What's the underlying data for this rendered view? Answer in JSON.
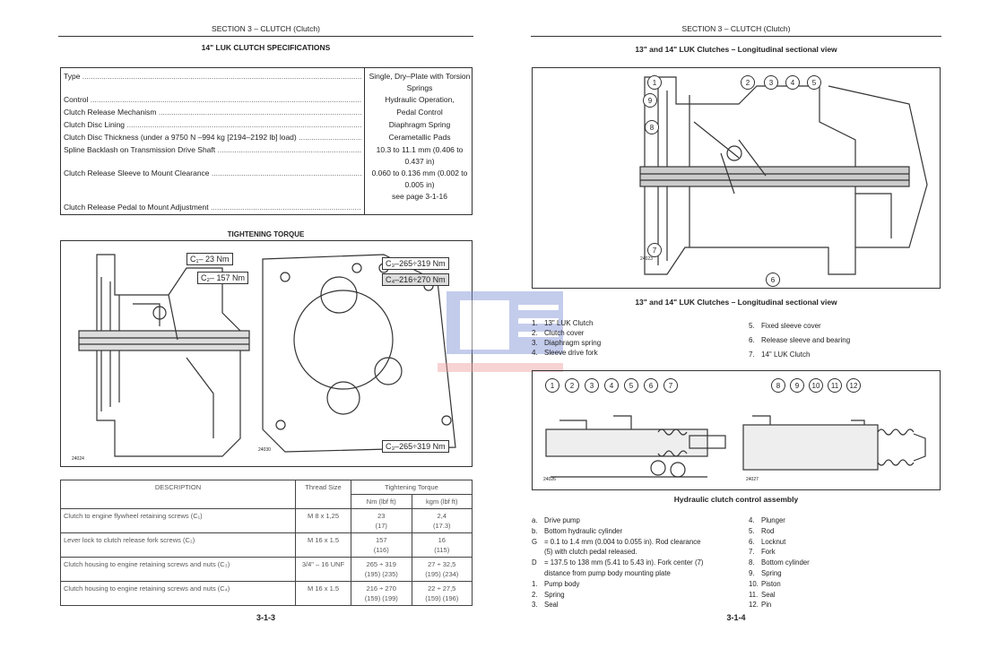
{
  "left": {
    "header": "SECTION 3 – CLUTCH (Clutch)",
    "spec_title": "14\" LUK CLUTCH SPECIFICATIONS",
    "specs": [
      {
        "label": "Type",
        "value": "Single, Dry–Plate with Torsion Springs"
      },
      {
        "label": "Control",
        "value": "Hydraulic Operation,"
      },
      {
        "label": "Clutch Release Mechanism",
        "value": "Pedal Control"
      },
      {
        "label": "Clutch Disc Lining",
        "value": "Diaphragm Spring"
      },
      {
        "label": "Clutch Disc Thickness (under a 9750 N –994 kg [2194–2192 lb] load)",
        "value": "Cerametallic Pads"
      },
      {
        "label": "Spline Backlash on Transmission Drive Shaft",
        "value": "10.3 to 11.1 mm (0.406 to 0.437 in)"
      },
      {
        "label": "Clutch Release Sleeve to Mount Clearance",
        "value": "0.060 to 0.136 mm (0.002 to 0.005 in)"
      },
      {
        "label": "Clutch Release Pedal to Mount Adjustment",
        "value": "see page 3-1-16"
      }
    ],
    "torque_title": "TIGHTENING TORQUE",
    "callouts": {
      "c1": "C₁– 23 Nm",
      "c2": "C₂– 157 Nm",
      "c3": "C₃–265÷319 Nm",
      "c4": "C₄–216÷270 Nm",
      "c3b": "C₃–265÷319 Nm"
    },
    "fig_ids": {
      "a": "24024",
      "b": "24030"
    },
    "table": {
      "headers": {
        "description": "DESCRIPTION",
        "thread": "Thread Size",
        "torque": "Tightening Torque",
        "nm": "Nm (lbf ft)",
        "kgm": "kgm (lbf ft)"
      },
      "rows": [
        {
          "description": "Clutch to engine flywheel retaining screws (C₁)",
          "thread": "M 8 x 1,25",
          "nm": "23",
          "nm2": "(17)",
          "kgm": "2,4",
          "kgm2": "(17.3)"
        },
        {
          "description": "Lever lock to clutch release fork screws (C₂)",
          "thread": "M 16 x 1.5",
          "nm": "157",
          "nm2": "(116)",
          "kgm": "16",
          "kgm2": "(115)"
        },
        {
          "description": "Clutch housing to engine retaining screws and nuts (C₃)",
          "thread": "3/4\" – 16 UNF",
          "nm": "265 ÷ 319",
          "nm2": "(195)  (235)",
          "kgm": "27 ÷ 32,5",
          "kgm2": "(195)  (234)"
        },
        {
          "description": "Clutch housing to engine retaining screws and nuts (C₄)",
          "thread": "M 16 x 1.5",
          "nm": "216 ÷ 270",
          "nm2": "(159)  (199)",
          "kgm": "22 ÷ 27,5",
          "kgm2": "(159)  (196)"
        }
      ]
    },
    "page": "3-1-3"
  },
  "right": {
    "header": "SECTION 3 – CLUTCH (Clutch)",
    "fig_title": "13\" and 14\" LUK Clutches – Longitudinal sectional view",
    "fig_caption": "13\" and 14\" LUK Clutches – Longitudinal sectional view",
    "fig_id": "24023",
    "callouts_top": [
      "1",
      "2",
      "3",
      "4",
      "5",
      "6",
      "7",
      "8",
      "9"
    ],
    "parts_left": [
      {
        "n": "1.",
        "t": "13\" LUK Clutch"
      },
      {
        "n": "2.",
        "t": "Clutch cover"
      },
      {
        "n": "3.",
        "t": "Diaphragm spring"
      },
      {
        "n": "4.",
        "t": "Sleeve drive fork"
      }
    ],
    "parts_right": [
      {
        "n": "5.",
        "t": "Fixed sleeve cover"
      },
      {
        "n": "6.",
        "t": "Release sleeve and bearing"
      },
      {
        "n": "7.",
        "t": "14\" LUK Clutch"
      }
    ],
    "callouts_bottom": [
      "1",
      "2",
      "3",
      "4",
      "5",
      "6",
      "7",
      "8",
      "9",
      "10",
      "11",
      "12"
    ],
    "fig2_ids": {
      "a": "24026",
      "b": "24027"
    },
    "fig2_caption": "Hydraulic clutch control assembly",
    "legend_left": [
      {
        "n": "a.",
        "t": "Drive pump"
      },
      {
        "n": "b.",
        "t": "Bottom hydraulic cylinder"
      },
      {
        "n": "G",
        "t": "= 0.1 to 1.4 mm (0.004 to 0.055 in). Rod clearance"
      },
      {
        "n": "",
        "t": "(5) with clutch pedal released."
      },
      {
        "n": "D",
        "t": "= 137.5 to 138 mm (5.41 to 5.43 in). Fork center (7)"
      },
      {
        "n": "",
        "t": "distance from pump body mounting plate"
      },
      {
        "n": "1.",
        "t": "Pump body"
      },
      {
        "n": "2.",
        "t": "Spring"
      },
      {
        "n": "3.",
        "t": "Seal"
      }
    ],
    "legend_right": [
      {
        "n": "4.",
        "t": "Plunger"
      },
      {
        "n": "5.",
        "t": "Rod"
      },
      {
        "n": "6.",
        "t": "Locknut"
      },
      {
        "n": "7.",
        "t": "Fork"
      },
      {
        "n": "8.",
        "t": "Bottom cylinder"
      },
      {
        "n": "9.",
        "t": "Spring"
      },
      {
        "n": "10.",
        "t": "Piston"
      },
      {
        "n": "11.",
        "t": "Seal"
      },
      {
        "n": "12.",
        "t": "Pin"
      }
    ],
    "page": "3-1-4"
  }
}
